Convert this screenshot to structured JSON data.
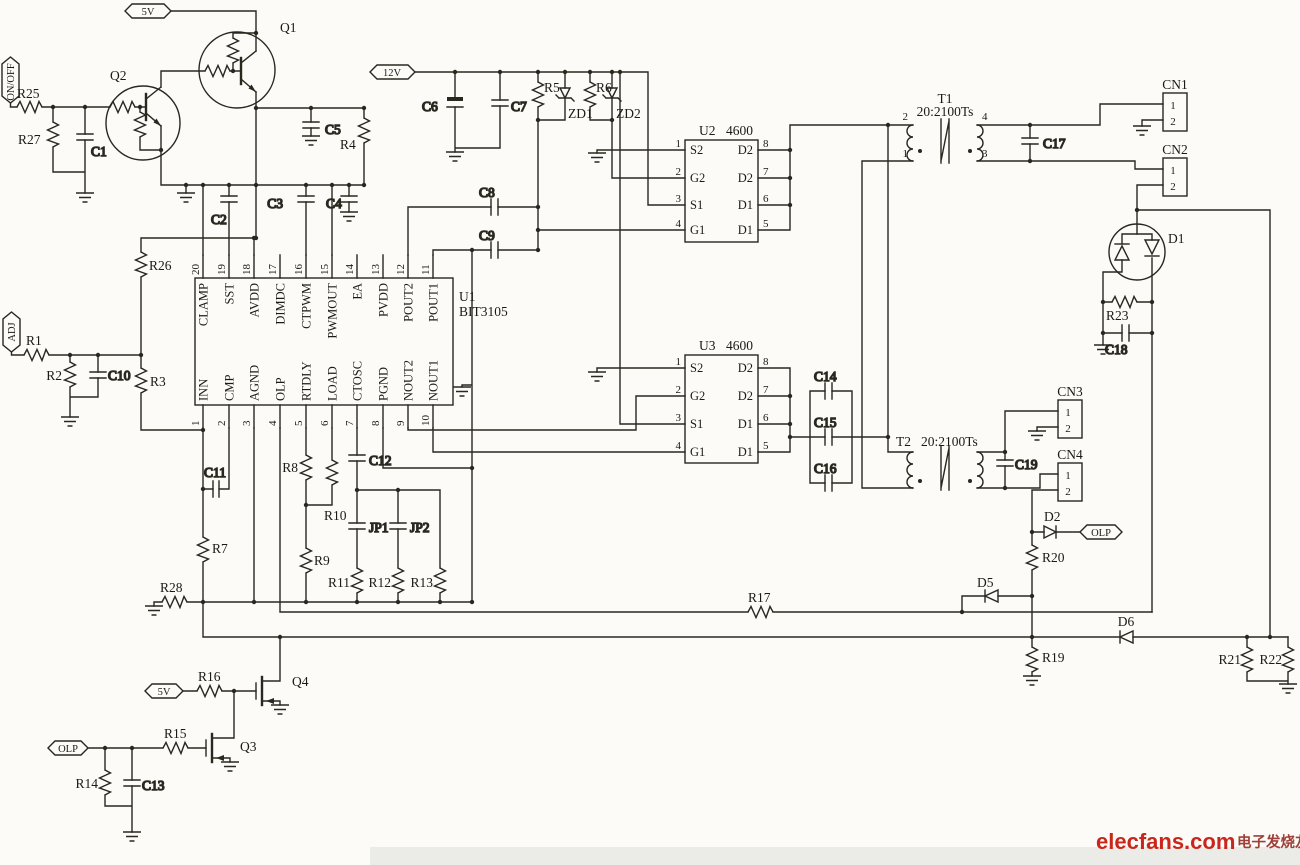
{
  "badges": {
    "v5_top": "5V",
    "v12": "12V",
    "v5_bottom": "5V",
    "onoff": "ON/OFF",
    "adj": "ADJ",
    "olp_input": "OLP",
    "olp_output": "OLP"
  },
  "parts": {
    "q1": "Q1",
    "q2": "Q2",
    "q3": "Q3",
    "q4": "Q4",
    "r1": "R1",
    "r2": "R2",
    "r3": "R3",
    "r4": "R4",
    "r5": "R5",
    "r6": "R6",
    "r7": "R7",
    "r8": "R8",
    "r9": "R9",
    "r10": "R10",
    "r11": "R11",
    "r12": "R12",
    "r13": "R13",
    "r14": "R14",
    "r15": "R15",
    "r16": "R16",
    "r17": "R17",
    "r19": "R19",
    "r20": "R20",
    "r21": "R21",
    "r22": "R22",
    "r23": "R23",
    "r25": "R25",
    "r26": "R26",
    "r27": "R27",
    "r28": "R28",
    "c1": "C1",
    "c2": "C2",
    "c3": "C3",
    "c4": "C4",
    "c5": "C5",
    "c6": "C6",
    "c7": "C7",
    "c8": "C8",
    "c9": "C9",
    "c10": "C10",
    "c11": "C11",
    "c12": "C12",
    "c13": "C13",
    "c14": "C14",
    "c15": "C15",
    "c16": "C16",
    "c17": "C17",
    "c18": "C18",
    "c19": "C19",
    "zd1": "ZD1",
    "zd2": "ZD2",
    "d1": "D1",
    "d2": "D2",
    "d5": "D5",
    "d6": "D6",
    "jp1": "JP1",
    "jp2": "JP2"
  },
  "ics": {
    "u1": {
      "ref": "U1",
      "part": "BIT3105",
      "top_pins": [
        {
          "n": "20",
          "name": "CLAMP"
        },
        {
          "n": "19",
          "name": "SST"
        },
        {
          "n": "18",
          "name": "AVDD"
        },
        {
          "n": "17",
          "name": "DIMDC"
        },
        {
          "n": "16",
          "name": "CTPWM"
        },
        {
          "n": "15",
          "name": "PWMOUT"
        },
        {
          "n": "14",
          "name": "EA"
        },
        {
          "n": "13",
          "name": "PVDD"
        },
        {
          "n": "12",
          "name": "POUT2"
        },
        {
          "n": "11",
          "name": "POUT1"
        }
      ],
      "bottom_pins": [
        {
          "n": "1",
          "name": "INN"
        },
        {
          "n": "2",
          "name": "CMP"
        },
        {
          "n": "3",
          "name": "AGND"
        },
        {
          "n": "4",
          "name": "OLP"
        },
        {
          "n": "5",
          "name": "RTDLY"
        },
        {
          "n": "6",
          "name": "LOAD"
        },
        {
          "n": "7",
          "name": "CTOSC"
        },
        {
          "n": "8",
          "name": "PGND"
        },
        {
          "n": "9",
          "name": "NOUT2"
        },
        {
          "n": "10",
          "name": "NOUT1"
        }
      ]
    },
    "u2": {
      "ref": "U2",
      "part": "4600",
      "left_pins": [
        {
          "n": "1",
          "name": "S2"
        },
        {
          "n": "2",
          "name": "G2"
        },
        {
          "n": "3",
          "name": "S1"
        },
        {
          "n": "4",
          "name": "G1"
        }
      ],
      "right_pins": [
        {
          "n": "8",
          "name": "D2"
        },
        {
          "n": "7",
          "name": "D2"
        },
        {
          "n": "6",
          "name": "D1"
        },
        {
          "n": "5",
          "name": "D1"
        }
      ]
    },
    "u3": {
      "ref": "U3",
      "part": "4600",
      "left_pins": [
        {
          "n": "1",
          "name": "S2"
        },
        {
          "n": "2",
          "name": "G2"
        },
        {
          "n": "3",
          "name": "S1"
        },
        {
          "n": "4",
          "name": "G1"
        }
      ],
      "right_pins": [
        {
          "n": "8",
          "name": "D2"
        },
        {
          "n": "7",
          "name": "D2"
        },
        {
          "n": "6",
          "name": "D1"
        },
        {
          "n": "5",
          "name": "D1"
        }
      ]
    }
  },
  "transformers": {
    "t1": {
      "ref": "T1",
      "ratio": "20:2100Ts",
      "pin_tl": "2",
      "pin_bl": "1",
      "pin_tr": "4",
      "pin_br": "3"
    },
    "t2": {
      "ref": "T2",
      "ratio": "20:2100Ts"
    }
  },
  "connectors": {
    "cn1": {
      "ref": "CN1",
      "pin1": "1",
      "pin2": "2"
    },
    "cn2": {
      "ref": "CN2",
      "pin1": "1",
      "pin2": "2"
    },
    "cn3": {
      "ref": "CN3",
      "pin1": "1",
      "pin2": "2"
    },
    "cn4": {
      "ref": "CN4",
      "pin1": "1",
      "pin2": "2"
    }
  },
  "logo": {
    "text": "elecfans.com",
    "suffix": "电子发烧友"
  }
}
